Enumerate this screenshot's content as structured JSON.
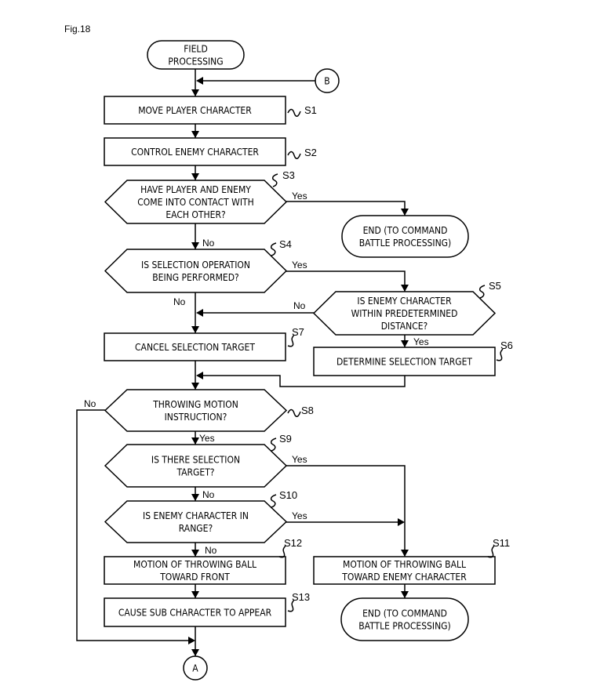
{
  "figure": {
    "label": "Fig.18"
  },
  "nodes": [
    {
      "id": "start",
      "type": "terminal",
      "lines": [
        "FIELD",
        "PROCESSING"
      ],
      "step": ""
    },
    {
      "id": "B",
      "type": "connector",
      "lines": [
        "B"
      ],
      "step": ""
    },
    {
      "id": "S1",
      "type": "process",
      "lines": [
        "MOVE PLAYER CHARACTER"
      ],
      "step": "S1"
    },
    {
      "id": "S2",
      "type": "process",
      "lines": [
        "CONTROL ENEMY CHARACTER"
      ],
      "step": "S2"
    },
    {
      "id": "S3",
      "type": "decision",
      "lines": [
        "HAVE PLAYER AND ENEMY",
        "COME INTO CONTACT WITH",
        "EACH OTHER?"
      ],
      "step": "S3"
    },
    {
      "id": "end1",
      "type": "terminal",
      "lines": [
        "END (TO COMMAND",
        "BATTLE PROCESSING)"
      ],
      "step": ""
    },
    {
      "id": "S4",
      "type": "decision",
      "lines": [
        "IS SELECTION OPERATION",
        "BEING PERFORMED?"
      ],
      "step": "S4"
    },
    {
      "id": "S5",
      "type": "decision",
      "lines": [
        "IS ENEMY CHARACTER",
        "WITHIN PREDETERMINED",
        "DISTANCE?"
      ],
      "step": "S5"
    },
    {
      "id": "S7",
      "type": "process",
      "lines": [
        "CANCEL SELECTION TARGET"
      ],
      "step": "S7"
    },
    {
      "id": "S6",
      "type": "process",
      "lines": [
        "DETERMINE SELECTION TARGET"
      ],
      "step": "S6"
    },
    {
      "id": "S8",
      "type": "decision",
      "lines": [
        "THROWING MOTION",
        "INSTRUCTION?"
      ],
      "step": "S8"
    },
    {
      "id": "S9",
      "type": "decision",
      "lines": [
        "IS THERE SELECTION",
        "TARGET?"
      ],
      "step": "S9"
    },
    {
      "id": "S10",
      "type": "decision",
      "lines": [
        "IS ENEMY CHARACTER IN",
        "RANGE?"
      ],
      "step": "S10"
    },
    {
      "id": "S12",
      "type": "process",
      "lines": [
        "MOTION OF THROWING BALL",
        "TOWARD FRONT"
      ],
      "step": "S12"
    },
    {
      "id": "S11",
      "type": "process",
      "lines": [
        "MOTION OF THROWING BALL",
        "TOWARD ENEMY CHARACTER"
      ],
      "step": "S11"
    },
    {
      "id": "S13",
      "type": "process",
      "lines": [
        "CAUSE SUB CHARACTER TO APPEAR"
      ],
      "step": "S13"
    },
    {
      "id": "end2",
      "type": "terminal",
      "lines": [
        "END (TO COMMAND",
        "BATTLE PROCESSING)"
      ],
      "step": ""
    },
    {
      "id": "A",
      "type": "connector",
      "lines": [
        "A"
      ],
      "step": ""
    }
  ],
  "edges": [
    {
      "from": "start",
      "to": "S1",
      "label": ""
    },
    {
      "from": "B",
      "to": "S1",
      "label": ""
    },
    {
      "from": "S1",
      "to": "S2",
      "label": ""
    },
    {
      "from": "S2",
      "to": "S3",
      "label": ""
    },
    {
      "from": "S3",
      "to": "end1",
      "label": "Yes"
    },
    {
      "from": "S3",
      "to": "S4",
      "label": "No"
    },
    {
      "from": "S4",
      "to": "S5",
      "label": "Yes"
    },
    {
      "from": "S4",
      "to": "S7",
      "label": "No"
    },
    {
      "from": "S5",
      "to": "S7",
      "label": "No"
    },
    {
      "from": "S5",
      "to": "S6",
      "label": "Yes"
    },
    {
      "from": "S7",
      "to": "S8",
      "label": ""
    },
    {
      "from": "S6",
      "to": "S8",
      "label": ""
    },
    {
      "from": "S8",
      "to": "S9",
      "label": "Yes"
    },
    {
      "from": "S8",
      "to": "A",
      "label": "No"
    },
    {
      "from": "S9",
      "to": "S11",
      "label": "Yes"
    },
    {
      "from": "S9",
      "to": "S10",
      "label": "No"
    },
    {
      "from": "S10",
      "to": "S11",
      "label": "Yes"
    },
    {
      "from": "S10",
      "to": "S12",
      "label": "No"
    },
    {
      "from": "S12",
      "to": "S13",
      "label": ""
    },
    {
      "from": "S13",
      "to": "A",
      "label": ""
    },
    {
      "from": "S11",
      "to": "end2",
      "label": ""
    }
  ]
}
